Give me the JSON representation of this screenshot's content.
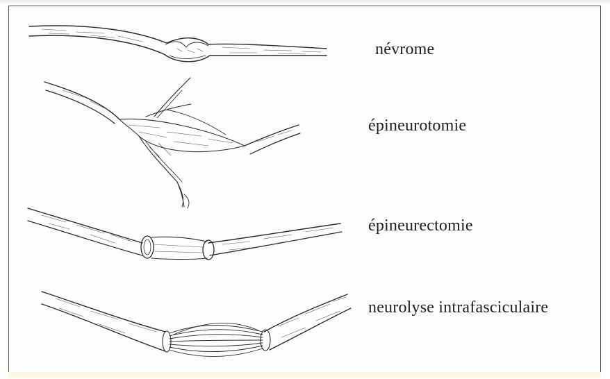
{
  "figure": {
    "labels": {
      "nevrome": "névrome",
      "epineurotomie": "épineurotomie",
      "epineurectomie": "épineurectomie",
      "neurolyse": "neurolyse intrafasciculaire"
    },
    "colors": {
      "ink": "#2a2a2a",
      "frame": "#4a4a4a",
      "background": "#ffffff"
    }
  }
}
